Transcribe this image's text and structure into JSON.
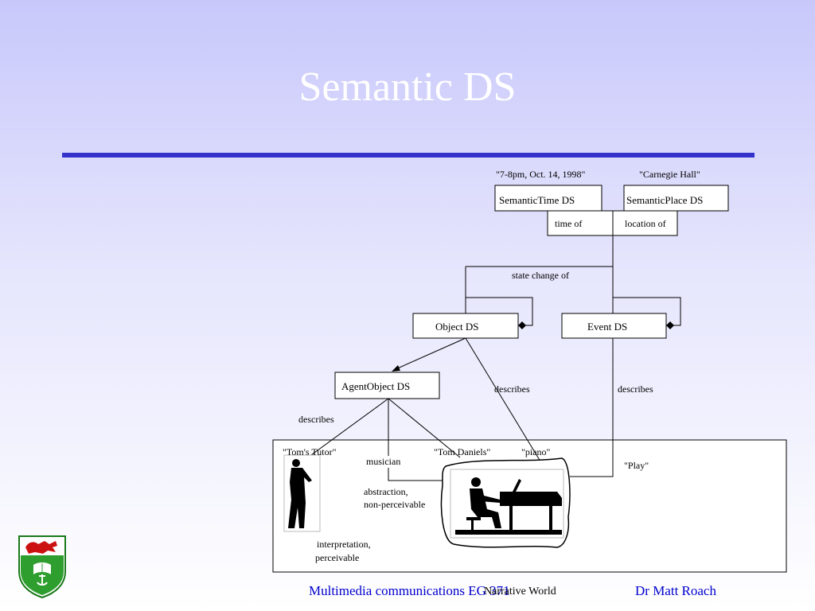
{
  "slide": {
    "title": "Semantic DS"
  },
  "diagram": {
    "boxes": {
      "semantic_time": "SemanticTime  DS",
      "semantic_place": "SemanticPlace  DS",
      "object": "Object DS",
      "event": "Event DS",
      "agent_object": "AgentObject   DS"
    },
    "values": {
      "time": "\"7-8pm, Oct. 14, 1998\"",
      "place": "\"Carnegie Hall\"",
      "toms_tutor": "\"Tom's Tutor\"",
      "tom_daniels": "\"Tom Daniels\"",
      "piano": "\"piano\"",
      "play": "\"Play\""
    },
    "relations": {
      "time_of": "time of",
      "location_of": "location of",
      "state_change_of": "state change of",
      "describes_object": "describes",
      "describes_event": "describes",
      "describes_agent": "describes",
      "musician": "musician",
      "abstraction_1": "abstraction,",
      "abstraction_2": "non-perceivable",
      "interpretation_1": "interpretation,",
      "interpretation_2": "perceivable"
    }
  },
  "footer": {
    "left": "Multimedia communications EG 371",
    "overlay": "Narrative World",
    "right": "Dr Matt Roach"
  },
  "colors": {
    "accent": "#3333cc",
    "footer_text": "#0000cc",
    "title_text": "#ffffff"
  }
}
